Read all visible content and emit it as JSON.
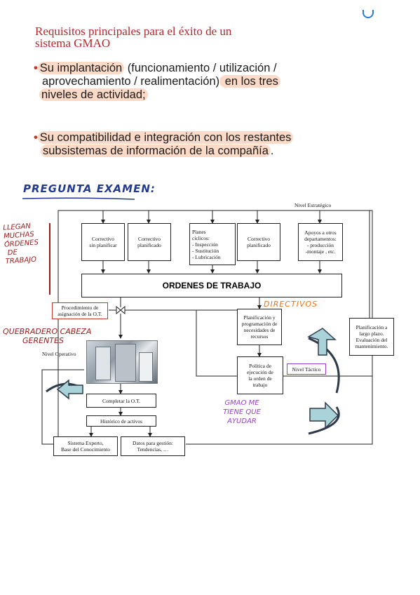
{
  "slide": {
    "title_line1": "Requisitos principales para el éxito de un",
    "title_line2": "sistema GMAO",
    "bullet1": {
      "bullet": "•",
      "line1_hl": "Su implantación",
      "line1_rest": " (funcionamiento / utilización /",
      "line2_plain": "aprovechamiento / realimentación)",
      "line2_hl": " en los tres",
      "line3_hl": "niveles de actividad;"
    },
    "bullet2": {
      "bullet": "•",
      "line1_hl": "Su compatibilidad e integración con los restantes",
      "line2_hl": "subsistemas de información de la compañía",
      "line2_end": "."
    }
  },
  "notes": {
    "exam_question": "PREGUNTA EXAMEN:",
    "left_note": [
      "LLEGAN",
      "MUCHAS",
      "ÓRDENES",
      "DE",
      "TRABAJO"
    ],
    "headaches": [
      "QUEBRADERO CABEZA",
      "GERENTES"
    ],
    "directivos": "DIRECTIVOS",
    "gmao_help": [
      "GMAO ME",
      "TIENE QUE",
      "AYUDAR"
    ]
  },
  "diagram": {
    "nivel_estrategico": "Nivel Estratégico",
    "nivel_operativo": "Nivel Operativo",
    "nivel_tactico": "Nivel Táctico",
    "top_boxes": [
      [
        "Correctivo",
        "sin planificar"
      ],
      [
        "Correctivo",
        "planificado"
      ],
      [
        "Planes",
        "cíclicos:",
        "- Inspección",
        "- Sustitución",
        "- Lubricación"
      ],
      [
        "Correctivo",
        "planificado"
      ],
      [
        "Apoyos a otros",
        "departamentos:",
        "- producción",
        "-montaje ,  etc."
      ]
    ],
    "ordenes": "ORDENES DE TRABAJO",
    "procedimiento": [
      "Procedimiento de",
      "asignación de la O.T."
    ],
    "planificacion": [
      "Planificación y",
      "programación de",
      "necesidades de",
      "recursos"
    ],
    "politica": [
      "Política de",
      "ejecución de",
      "la orden de",
      "trabajo"
    ],
    "largo_plazo": [
      "Planificación a",
      "largo plazo.",
      "Evaluación del",
      "mantenimiento."
    ],
    "completar": "Completar la O.T.",
    "historico": "Histórico de activos",
    "sistema_experto": [
      "Sistema Experto,",
      "Base del Conocimiento"
    ],
    "datos_gestion": [
      "Datos para gestión:",
      "Tendencias, …"
    ]
  }
}
